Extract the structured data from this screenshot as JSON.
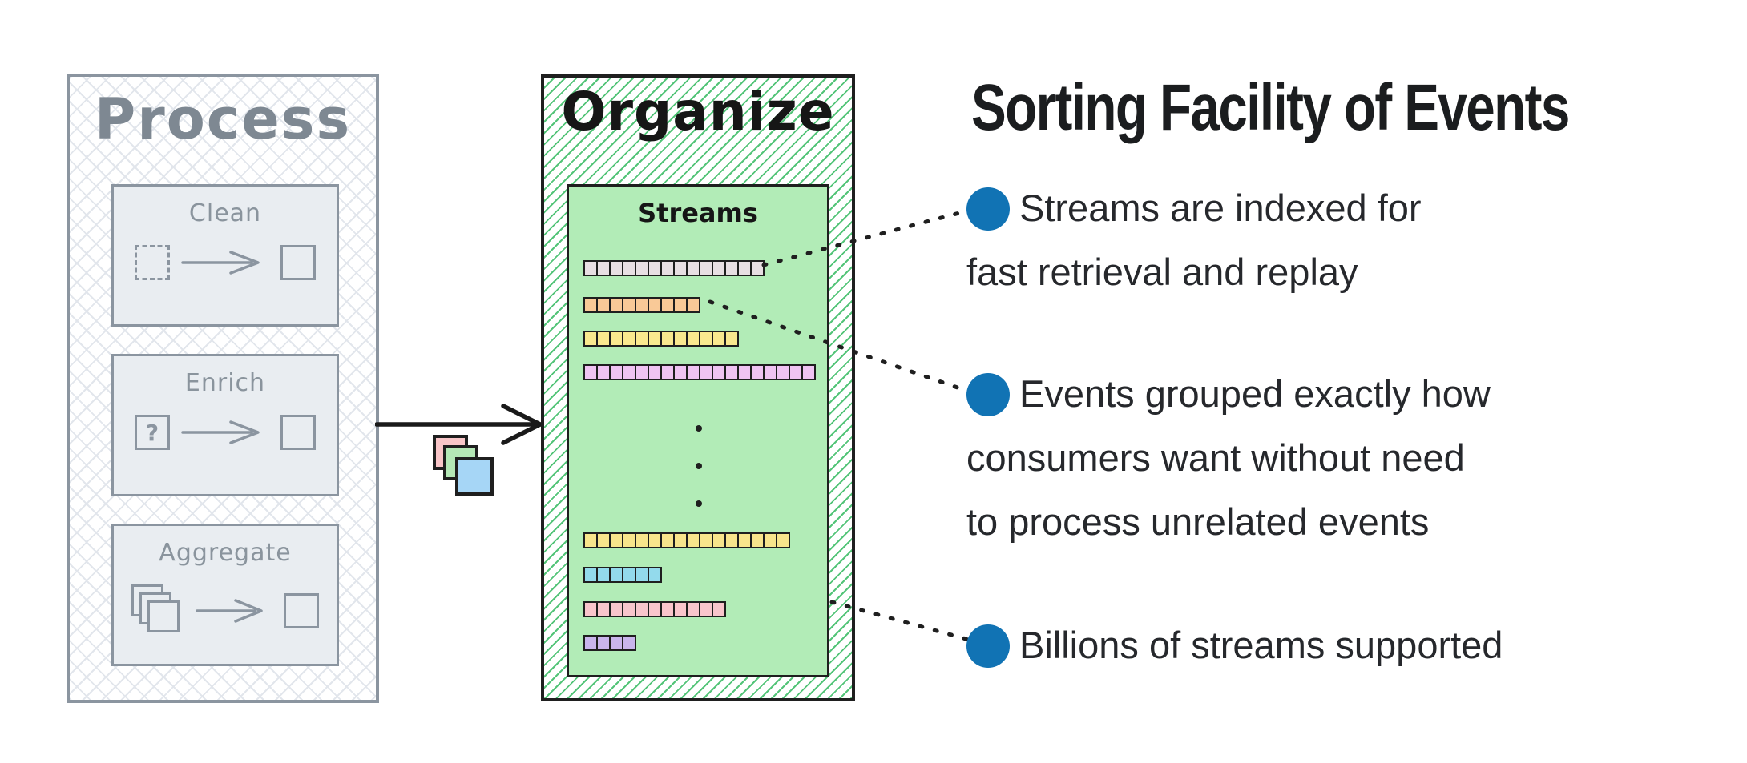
{
  "process_panel": {
    "title": "Process",
    "steps": [
      {
        "label": "Clean",
        "icon": "dashed-square-arrow-square"
      },
      {
        "label": "Enrich",
        "icon": "question-square-arrow-square"
      },
      {
        "label": "Aggregate",
        "icon": "stacked-squares-arrow-square"
      }
    ],
    "border_color": "#8b95a0"
  },
  "flow": {
    "arrow": "process-to-organize-arrow",
    "payload_squares": [
      {
        "name": "pink-event-square",
        "color": "#f9c5c8"
      },
      {
        "name": "green-event-square",
        "color": "#b4e8b6"
      },
      {
        "name": "blue-event-square",
        "color": "#a6d6f6"
      }
    ]
  },
  "organize_panel": {
    "title": "Organize",
    "hatch_color": "#53c478",
    "streams_box": {
      "title": "Streams",
      "background": "#b2ecb7",
      "rows": [
        {
          "cells": 14,
          "color": "#e8dfe3"
        },
        {
          "cells": 9,
          "color": "#f9c997"
        },
        {
          "cells": 12,
          "color": "#f9e98f"
        },
        {
          "cells": 18,
          "color": "#f0c4f2"
        },
        {
          "cells": 16,
          "color": "#f8e58c"
        },
        {
          "cells": 6,
          "color": "#93daec"
        },
        {
          "cells": 11,
          "color": "#f9c5cc"
        },
        {
          "cells": 4,
          "color": "#c9b5ec"
        }
      ]
    }
  },
  "info": {
    "title": "Sorting Facility of Events",
    "bullet_color": "#1173b4",
    "bullets": [
      {
        "lines": [
          "Streams are indexed for",
          "fast retrieval and replay"
        ]
      },
      {
        "lines": [
          "Events grouped exactly how",
          "consumers want without need",
          "to process unrelated events"
        ]
      },
      {
        "lines": [
          "Billions of streams supported"
        ]
      }
    ]
  }
}
